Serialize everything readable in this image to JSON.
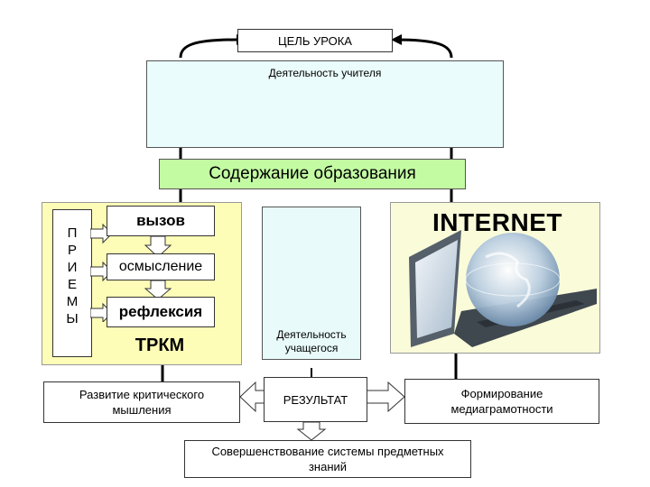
{
  "goal": {
    "label": "ЦЕЛЬ УРОКА"
  },
  "teacher": {
    "label": "Деятельность учителя"
  },
  "content": {
    "label": "Содержание  образования"
  },
  "methods": {
    "letters": [
      "П",
      "Р",
      "И",
      "Е",
      "М",
      "Ы"
    ],
    "stages": [
      "вызов",
      "осмысление",
      "рефлексия"
    ],
    "technology": "ТРКМ"
  },
  "student": {
    "label": "Деятельность учащегося"
  },
  "internet": {
    "label": "INTERNET"
  },
  "critical_thinking": {
    "label": "Развитие критического мышления"
  },
  "result": {
    "label": "РЕЗУЛЬТАТ"
  },
  "media_literacy": {
    "label": "Формирование медиаграмотности"
  },
  "subject_knowledge": {
    "label": "Совершенствование системы предметных знаний"
  },
  "colors": {
    "teacher_fill": "#eafcfb",
    "content_fill": "#c3fba3",
    "methods_fill": "#fdfdb8",
    "student_fill": "#e8fbfa",
    "internet_fill": "#fafcd9"
  }
}
